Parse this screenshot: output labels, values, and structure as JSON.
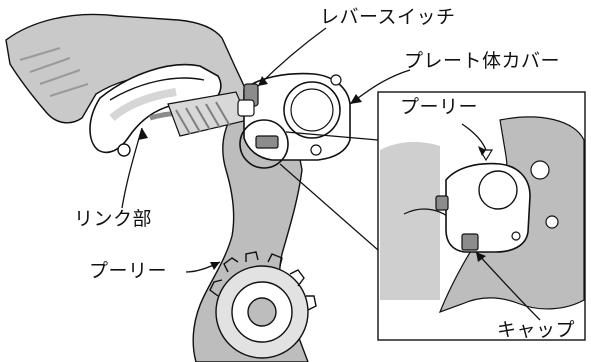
{
  "labels": {
    "lever_switch": "レバースイッチ",
    "plate_cover": "プレート体カバー",
    "link": "リンク部",
    "pulley_main": "プーリー",
    "pulley_inset": "プーリー",
    "cap": "キャップ"
  },
  "colors": {
    "line": "#111111",
    "part_gray": "#bdbdbd",
    "dark_gray": "#8c8c8c",
    "light_gray": "#e2e2e2",
    "background": "#ffffff"
  }
}
